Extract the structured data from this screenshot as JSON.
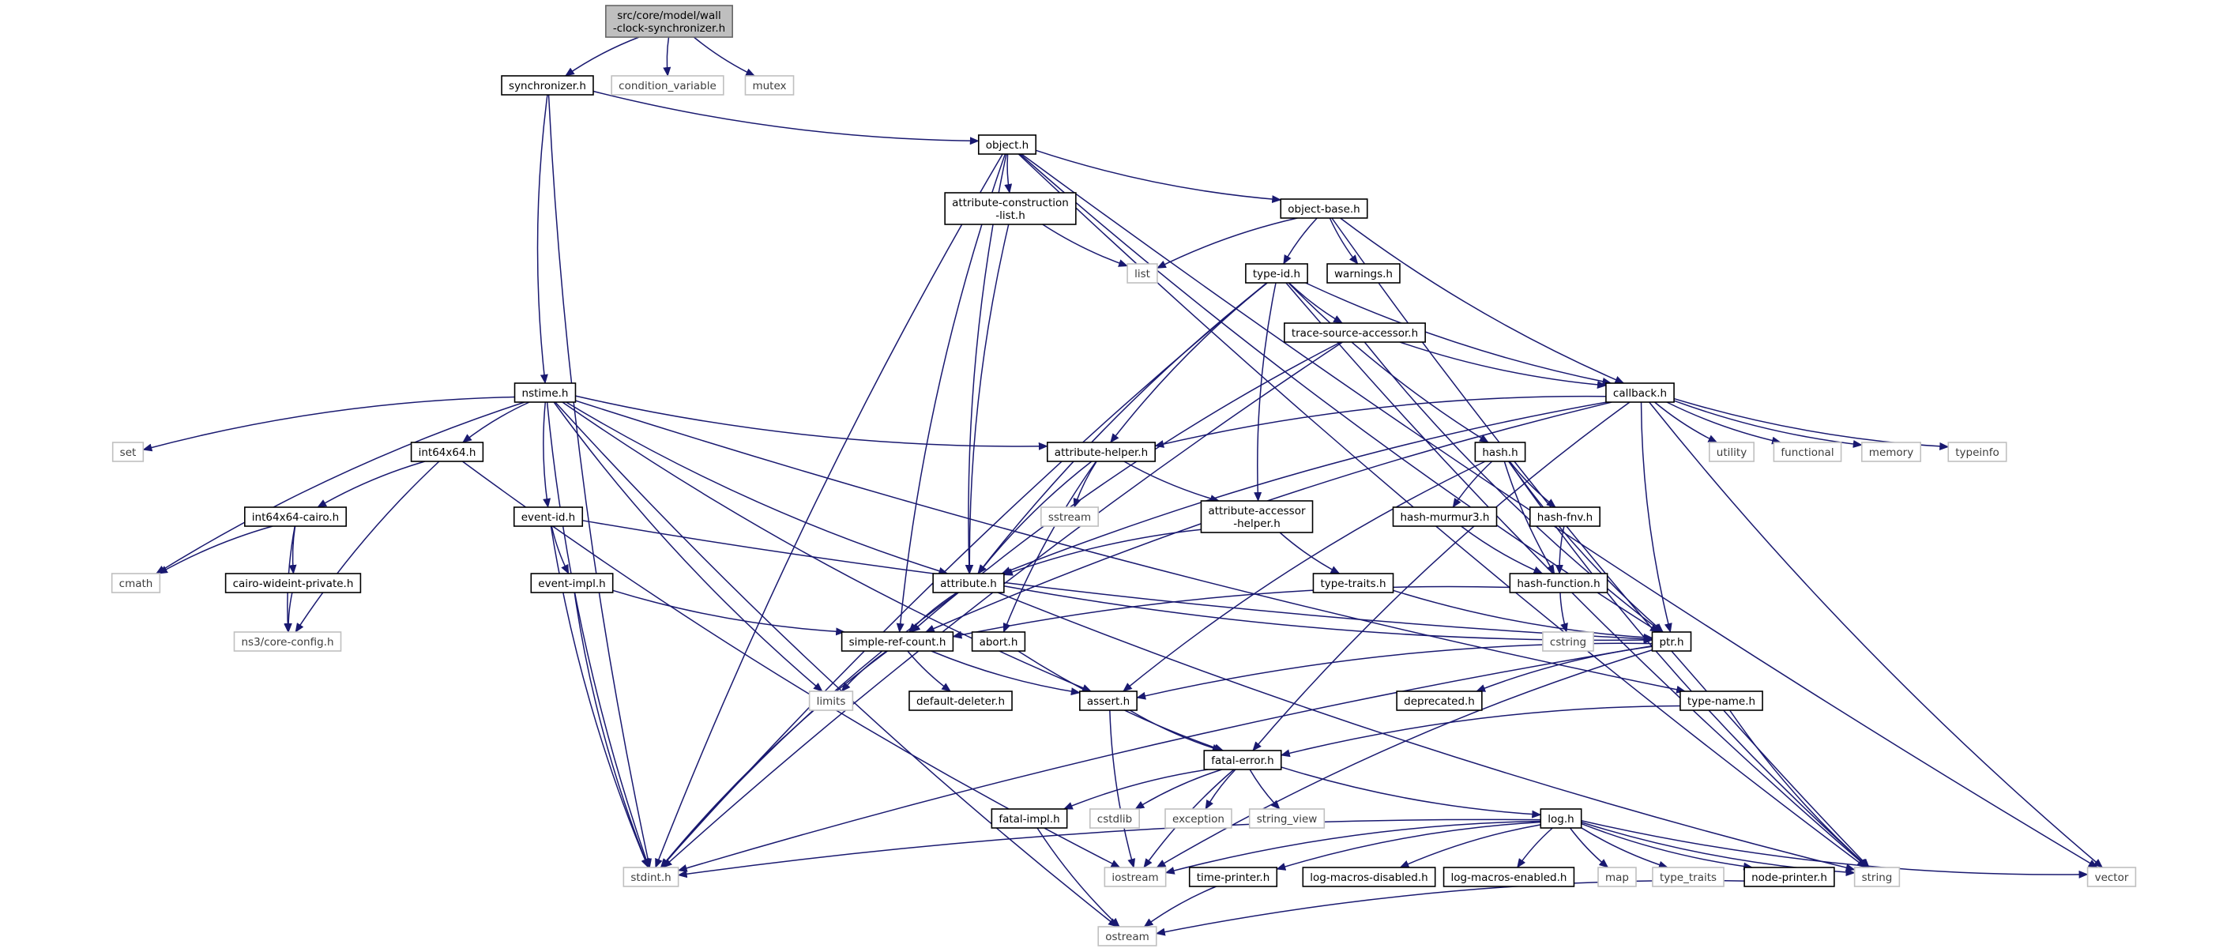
{
  "diagram": {
    "colors": {
      "edge": "#191970",
      "node_border": "#000000",
      "node_text": "#000000",
      "external_border": "#c0c0c0",
      "external_text": "#3c3c3c",
      "root_fill": "#bfbfbf",
      "root_border": "#666666"
    },
    "nodes": [
      {
        "id": "root",
        "lines": [
          "src/core/model/wall",
          "-clock-synchronizer.h"
        ],
        "kind": "root",
        "interactable": false
      },
      {
        "id": "synchronizer",
        "lines": [
          "synchronizer.h"
        ],
        "kind": "header",
        "interactable": true
      },
      {
        "id": "condition_variable",
        "lines": [
          "condition_variable"
        ],
        "kind": "external",
        "interactable": false
      },
      {
        "id": "mutex",
        "lines": [
          "mutex"
        ],
        "kind": "external",
        "interactable": false
      },
      {
        "id": "object",
        "lines": [
          "object.h"
        ],
        "kind": "header",
        "interactable": true
      },
      {
        "id": "attribute_construction",
        "lines": [
          "attribute-construction",
          "-list.h"
        ],
        "kind": "header",
        "interactable": true
      },
      {
        "id": "object_base",
        "lines": [
          "object-base.h"
        ],
        "kind": "header",
        "interactable": true
      },
      {
        "id": "list",
        "lines": [
          "list"
        ],
        "kind": "external",
        "interactable": false
      },
      {
        "id": "type_id",
        "lines": [
          "type-id.h"
        ],
        "kind": "header",
        "interactable": true
      },
      {
        "id": "warnings",
        "lines": [
          "warnings.h"
        ],
        "kind": "header",
        "interactable": true
      },
      {
        "id": "trace_source",
        "lines": [
          "trace-source-accessor.h"
        ],
        "kind": "header",
        "interactable": true
      },
      {
        "id": "nstime",
        "lines": [
          "nstime.h"
        ],
        "kind": "header",
        "interactable": true
      },
      {
        "id": "callback",
        "lines": [
          "callback.h"
        ],
        "kind": "header",
        "interactable": true
      },
      {
        "id": "set",
        "lines": [
          "set"
        ],
        "kind": "external",
        "interactable": false
      },
      {
        "id": "int64x64",
        "lines": [
          "int64x64.h"
        ],
        "kind": "header",
        "interactable": true
      },
      {
        "id": "attribute_helper",
        "lines": [
          "attribute-helper.h"
        ],
        "kind": "header",
        "interactable": true
      },
      {
        "id": "hash",
        "lines": [
          "hash.h"
        ],
        "kind": "header",
        "interactable": true
      },
      {
        "id": "utility",
        "lines": [
          "utility"
        ],
        "kind": "external",
        "interactable": false
      },
      {
        "id": "functional",
        "lines": [
          "functional"
        ],
        "kind": "external",
        "interactable": false
      },
      {
        "id": "memory",
        "lines": [
          "memory"
        ],
        "kind": "external",
        "interactable": false
      },
      {
        "id": "typeinfo",
        "lines": [
          "typeinfo"
        ],
        "kind": "external",
        "interactable": false
      },
      {
        "id": "event_id",
        "lines": [
          "event-id.h"
        ],
        "kind": "header",
        "interactable": true
      },
      {
        "id": "int64x64_cairo",
        "lines": [
          "int64x64-cairo.h"
        ],
        "kind": "header",
        "interactable": true
      },
      {
        "id": "sstream",
        "lines": [
          "sstream"
        ],
        "kind": "external",
        "interactable": false
      },
      {
        "id": "attribute_accessor",
        "lines": [
          "attribute-accessor",
          "-helper.h"
        ],
        "kind": "header",
        "interactable": true
      },
      {
        "id": "hash_murmur3",
        "lines": [
          "hash-murmur3.h"
        ],
        "kind": "header",
        "interactable": true
      },
      {
        "id": "hash_fnv",
        "lines": [
          "hash-fnv.h"
        ],
        "kind": "header",
        "interactable": true
      },
      {
        "id": "cmath",
        "lines": [
          "cmath"
        ],
        "kind": "external",
        "interactable": false
      },
      {
        "id": "cairo_wideint",
        "lines": [
          "cairo-wideint-private.h"
        ],
        "kind": "header",
        "interactable": true
      },
      {
        "id": "event_impl",
        "lines": [
          "event-impl.h"
        ],
        "kind": "header",
        "interactable": true
      },
      {
        "id": "attribute",
        "lines": [
          "attribute.h"
        ],
        "kind": "header",
        "interactable": true
      },
      {
        "id": "type_traits_h",
        "lines": [
          "type-traits.h"
        ],
        "kind": "header",
        "interactable": true
      },
      {
        "id": "hash_function",
        "lines": [
          "hash-function.h"
        ],
        "kind": "header",
        "interactable": true
      },
      {
        "id": "core_config",
        "lines": [
          "ns3/core-config.h"
        ],
        "kind": "external",
        "interactable": false
      },
      {
        "id": "simple_ref_count",
        "lines": [
          "simple-ref-count.h"
        ],
        "kind": "header",
        "interactable": true
      },
      {
        "id": "abort",
        "lines": [
          "abort.h"
        ],
        "kind": "header",
        "interactable": true
      },
      {
        "id": "ptr",
        "lines": [
          "ptr.h"
        ],
        "kind": "header",
        "interactable": true
      },
      {
        "id": "cstring",
        "lines": [
          "cstring"
        ],
        "kind": "external",
        "interactable": false
      },
      {
        "id": "limits",
        "lines": [
          "limits"
        ],
        "kind": "external",
        "interactable": false
      },
      {
        "id": "default_deleter",
        "lines": [
          "default-deleter.h"
        ],
        "kind": "header",
        "interactable": true
      },
      {
        "id": "assert",
        "lines": [
          "assert.h"
        ],
        "kind": "header",
        "interactable": true
      },
      {
        "id": "deprecated",
        "lines": [
          "deprecated.h"
        ],
        "kind": "header",
        "interactable": true
      },
      {
        "id": "type_name",
        "lines": [
          "type-name.h"
        ],
        "kind": "header",
        "interactable": true
      },
      {
        "id": "fatal_error",
        "lines": [
          "fatal-error.h"
        ],
        "kind": "header",
        "interactable": true
      },
      {
        "id": "fatal_impl",
        "lines": [
          "fatal-impl.h"
        ],
        "kind": "header",
        "interactable": true
      },
      {
        "id": "cstdlib",
        "lines": [
          "cstdlib"
        ],
        "kind": "external",
        "interactable": false
      },
      {
        "id": "exception",
        "lines": [
          "exception"
        ],
        "kind": "external",
        "interactable": false
      },
      {
        "id": "string_view",
        "lines": [
          "string_view"
        ],
        "kind": "external",
        "interactable": false
      },
      {
        "id": "log",
        "lines": [
          "log.h"
        ],
        "kind": "header",
        "interactable": true
      },
      {
        "id": "stdint",
        "lines": [
          "stdint.h"
        ],
        "kind": "external",
        "interactable": false
      },
      {
        "id": "iostream",
        "lines": [
          "iostream"
        ],
        "kind": "external",
        "interactable": false
      },
      {
        "id": "time_printer",
        "lines": [
          "time-printer.h"
        ],
        "kind": "header",
        "interactable": true
      },
      {
        "id": "log_macros_disabled",
        "lines": [
          "log-macros-disabled.h"
        ],
        "kind": "header",
        "interactable": true
      },
      {
        "id": "log_macros_enabled",
        "lines": [
          "log-macros-enabled.h"
        ],
        "kind": "header",
        "interactable": true
      },
      {
        "id": "map",
        "lines": [
          "map"
        ],
        "kind": "external",
        "interactable": false
      },
      {
        "id": "type_traits",
        "lines": [
          "type_traits"
        ],
        "kind": "external",
        "interactable": false
      },
      {
        "id": "node_printer",
        "lines": [
          "node-printer.h"
        ],
        "kind": "header",
        "interactable": true
      },
      {
        "id": "string",
        "lines": [
          "string"
        ],
        "kind": "external",
        "interactable": false
      },
      {
        "id": "vector",
        "lines": [
          "vector"
        ],
        "kind": "external",
        "interactable": false
      },
      {
        "id": "ostream",
        "lines": [
          "ostream"
        ],
        "kind": "external",
        "interactable": false
      }
    ],
    "edges": [
      [
        "root",
        "synchronizer"
      ],
      [
        "root",
        "condition_variable"
      ],
      [
        "root",
        "mutex"
      ],
      [
        "synchronizer",
        "object"
      ],
      [
        "synchronizer",
        "nstime"
      ],
      [
        "synchronizer",
        "stdint"
      ],
      [
        "object",
        "attribute_construction"
      ],
      [
        "object",
        "object_base"
      ],
      [
        "object",
        "attribute"
      ],
      [
        "object",
        "simple_ref_count"
      ],
      [
        "object",
        "ptr"
      ],
      [
        "object",
        "string"
      ],
      [
        "object",
        "vector"
      ],
      [
        "object",
        "stdint"
      ],
      [
        "attribute_construction",
        "attribute"
      ],
      [
        "attribute_construction",
        "list"
      ],
      [
        "object_base",
        "list"
      ],
      [
        "object_base",
        "type_id"
      ],
      [
        "object_base",
        "warnings"
      ],
      [
        "object_base",
        "callback"
      ],
      [
        "object_base",
        "string"
      ],
      [
        "type_id",
        "trace_source"
      ],
      [
        "type_id",
        "callback"
      ],
      [
        "type_id",
        "hash"
      ],
      [
        "type_id",
        "attribute_helper"
      ],
      [
        "type_id",
        "attribute_accessor"
      ],
      [
        "type_id",
        "attribute"
      ],
      [
        "type_id",
        "stdint"
      ],
      [
        "type_id",
        "string"
      ],
      [
        "trace_source",
        "callback"
      ],
      [
        "trace_source",
        "ptr"
      ],
      [
        "trace_source",
        "simple_ref_count"
      ],
      [
        "trace_source",
        "stdint"
      ],
      [
        "nstime",
        "set"
      ],
      [
        "nstime",
        "int64x64"
      ],
      [
        "nstime",
        "event_id"
      ],
      [
        "nstime",
        "attribute_helper"
      ],
      [
        "nstime",
        "attribute"
      ],
      [
        "nstime",
        "cmath"
      ],
      [
        "nstime",
        "limits"
      ],
      [
        "nstime",
        "assert"
      ],
      [
        "nstime",
        "type_name"
      ],
      [
        "nstime",
        "stdint"
      ],
      [
        "nstime",
        "ostream"
      ],
      [
        "callback",
        "utility"
      ],
      [
        "callback",
        "functional"
      ],
      [
        "callback",
        "memory"
      ],
      [
        "callback",
        "typeinfo"
      ],
      [
        "callback",
        "vector"
      ],
      [
        "callback",
        "ptr"
      ],
      [
        "callback",
        "fatal_error"
      ],
      [
        "callback",
        "simple_ref_count"
      ],
      [
        "callback",
        "attribute_helper"
      ],
      [
        "callback",
        "attribute"
      ],
      [
        "int64x64",
        "int64x64_cairo"
      ],
      [
        "int64x64",
        "core_config"
      ],
      [
        "int64x64",
        "iostream"
      ],
      [
        "int64x64_cairo",
        "cairo_wideint"
      ],
      [
        "int64x64_cairo",
        "cmath"
      ],
      [
        "int64x64_cairo",
        "core_config"
      ],
      [
        "cairo_wideint",
        "core_config"
      ],
      [
        "attribute_helper",
        "attribute"
      ],
      [
        "attribute_helper",
        "attribute_accessor"
      ],
      [
        "attribute_helper",
        "sstream"
      ],
      [
        "attribute_helper",
        "abort"
      ],
      [
        "attribute_accessor",
        "attribute"
      ],
      [
        "attribute_accessor",
        "type_traits_h"
      ],
      [
        "hash",
        "hash_murmur3"
      ],
      [
        "hash",
        "hash_fnv"
      ],
      [
        "hash",
        "hash_function"
      ],
      [
        "hash",
        "ptr"
      ],
      [
        "hash",
        "assert"
      ],
      [
        "hash",
        "string"
      ],
      [
        "hash_murmur3",
        "hash_function"
      ],
      [
        "hash_fnv",
        "hash_function"
      ],
      [
        "hash_function",
        "cstring"
      ],
      [
        "hash_function",
        "simple_ref_count"
      ],
      [
        "type_traits_h",
        "ptr"
      ],
      [
        "event_id",
        "event_impl"
      ],
      [
        "event_id",
        "ptr"
      ],
      [
        "event_id",
        "stdint"
      ],
      [
        "event_impl",
        "simple_ref_count"
      ],
      [
        "event_impl",
        "stdint"
      ],
      [
        "attribute",
        "simple_ref_count"
      ],
      [
        "attribute",
        "ptr"
      ],
      [
        "attribute",
        "string"
      ],
      [
        "attribute",
        "stdint"
      ],
      [
        "simple_ref_count",
        "limits"
      ],
      [
        "simple_ref_count",
        "default_deleter"
      ],
      [
        "simple_ref_count",
        "assert"
      ],
      [
        "simple_ref_count",
        "stdint"
      ],
      [
        "abort",
        "fatal_error"
      ],
      [
        "ptr",
        "assert"
      ],
      [
        "ptr",
        "deprecated"
      ],
      [
        "ptr",
        "iostream"
      ],
      [
        "ptr",
        "stdint"
      ],
      [
        "assert",
        "fatal_error"
      ],
      [
        "assert",
        "iostream"
      ],
      [
        "type_name",
        "fatal_error"
      ],
      [
        "type_name",
        "string"
      ],
      [
        "fatal_error",
        "fatal_impl"
      ],
      [
        "fatal_error",
        "cstdlib"
      ],
      [
        "fatal_error",
        "exception"
      ],
      [
        "fatal_error",
        "string_view"
      ],
      [
        "fatal_error",
        "log"
      ],
      [
        "fatal_error",
        "iostream"
      ],
      [
        "fatal_impl",
        "ostream"
      ],
      [
        "log",
        "stdint"
      ],
      [
        "log",
        "iostream"
      ],
      [
        "log",
        "time_printer"
      ],
      [
        "log",
        "log_macros_disabled"
      ],
      [
        "log",
        "log_macros_enabled"
      ],
      [
        "log",
        "map"
      ],
      [
        "log",
        "type_traits"
      ],
      [
        "log",
        "node_printer"
      ],
      [
        "log",
        "string"
      ],
      [
        "log",
        "vector"
      ],
      [
        "time_printer",
        "ostream"
      ],
      [
        "node_printer",
        "ostream"
      ]
    ]
  }
}
